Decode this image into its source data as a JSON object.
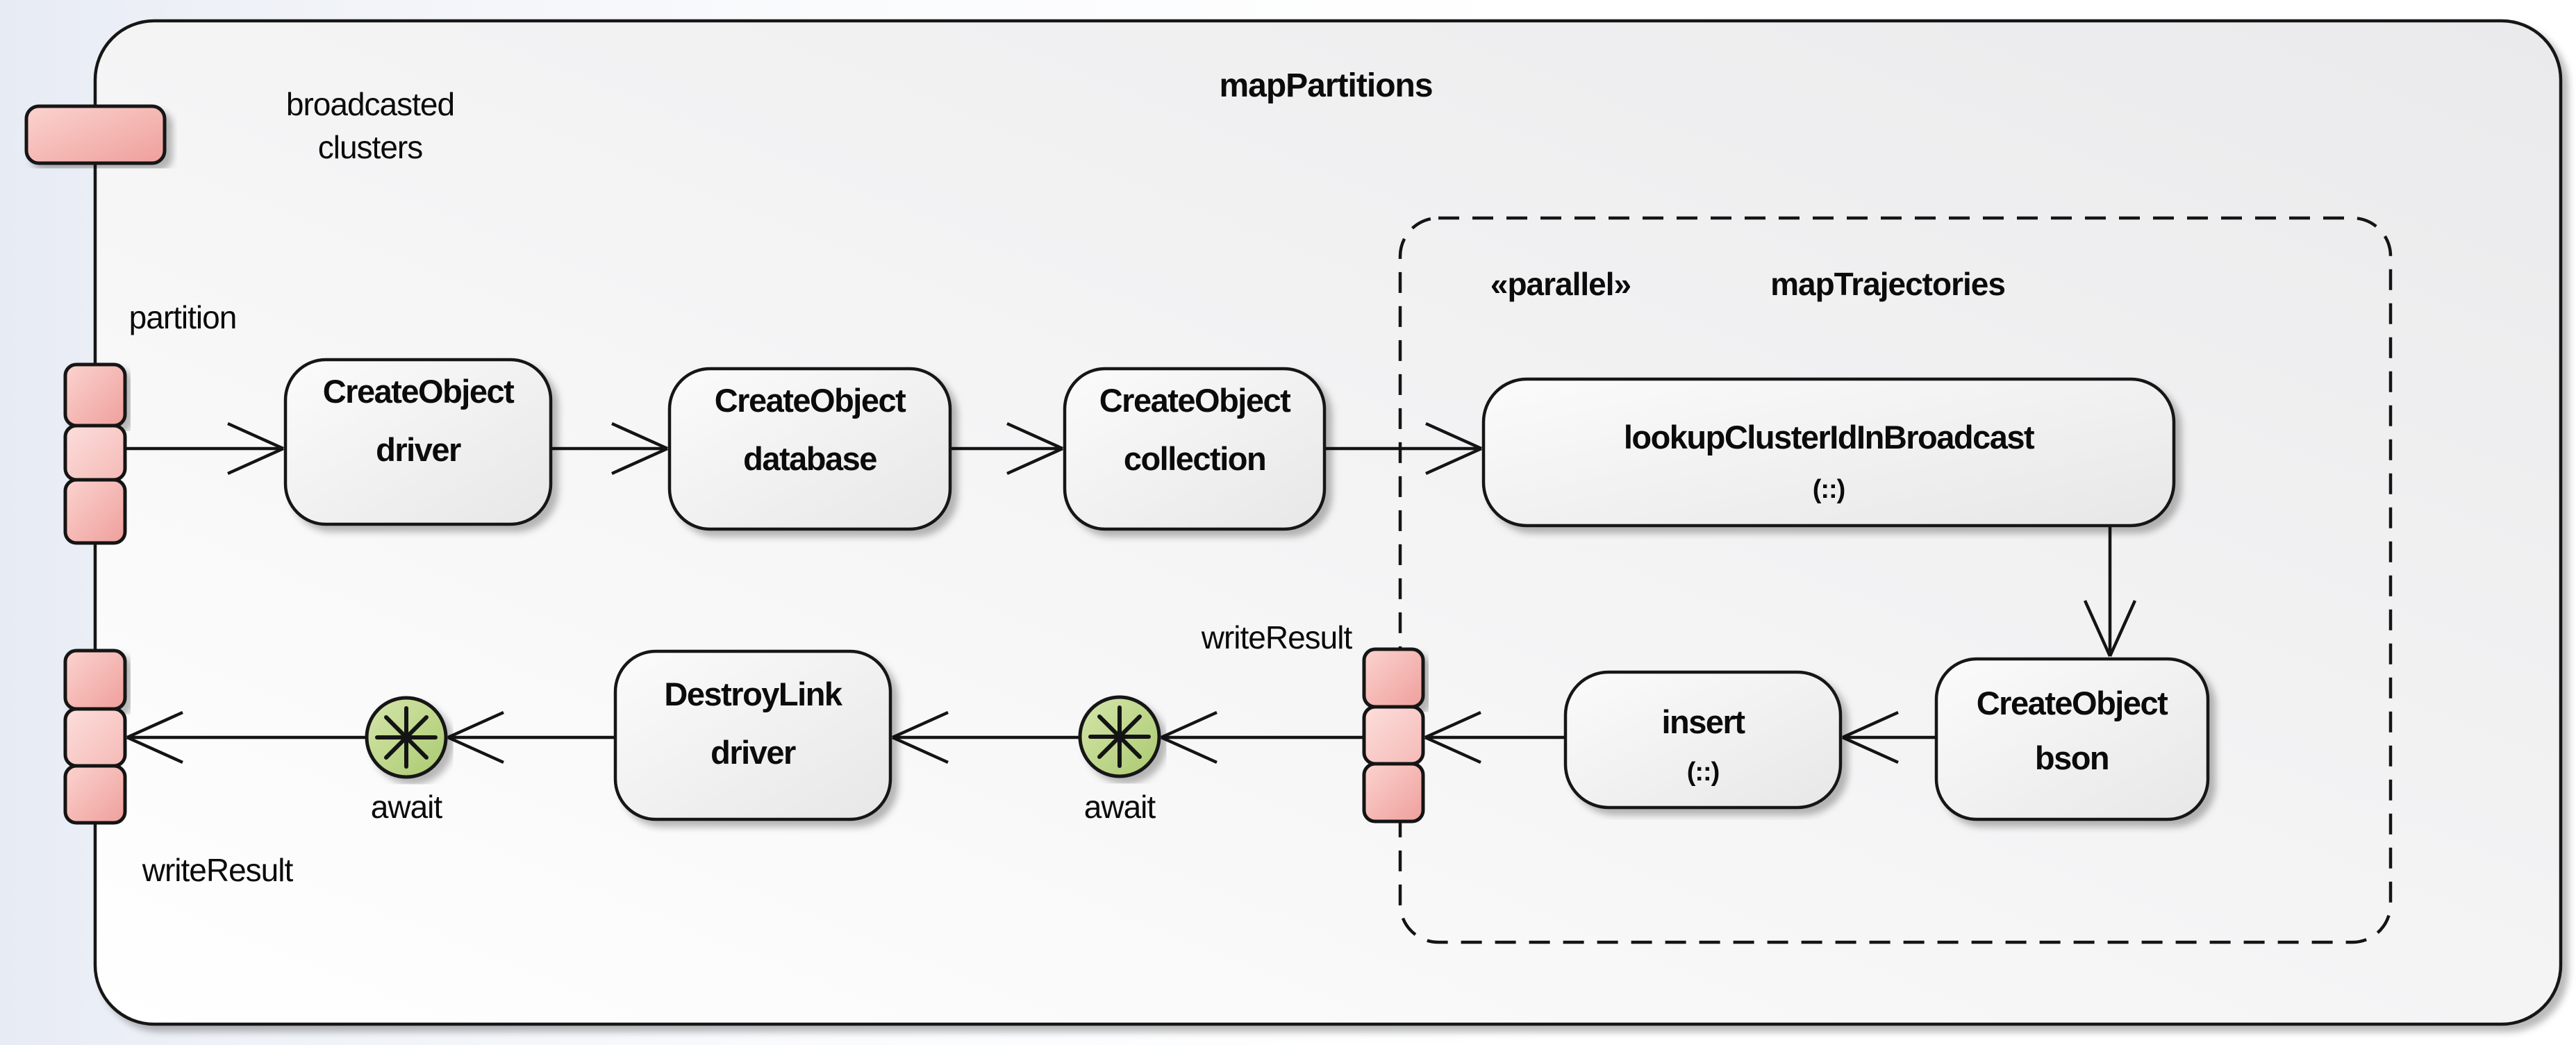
{
  "frame": {
    "title": "mapPartitions"
  },
  "parallel_group": {
    "stereotype": "«parallel»",
    "name": "mapTrajectories"
  },
  "pins": {
    "broadcasted_line1": "broadcasted",
    "broadcasted_line2": "clusters",
    "partition": "partition",
    "write_result_parallel": "writeResult",
    "write_result_main": "writeResult"
  },
  "actions": {
    "create_driver": {
      "line1": "CreateObject",
      "line2": "driver"
    },
    "create_database": {
      "line1": "CreateObject",
      "line2": "database"
    },
    "create_collection": {
      "line1": "CreateObject",
      "line2": "collection"
    },
    "lookup": {
      "line1": "lookupClusterIdInBroadcast",
      "line2": "(::)"
    },
    "create_bson": {
      "line1": "CreateObject",
      "line2": "bson"
    },
    "insert": {
      "line1": "insert",
      "line2": "(::)"
    },
    "destroy_driver": {
      "line1": "DestroyLink",
      "line2": "driver"
    }
  },
  "awaits": {
    "left": "await",
    "right": "await"
  },
  "colors": {
    "pink": "#f2a7a3",
    "pink_light": "#f8cac7",
    "pink_top": "#fbd3cf",
    "green": "#bcd687",
    "green_light": "#d6e6ab",
    "frame_fill_dark": "#ebebed",
    "box_fill": "#efefef",
    "outline": "#141414",
    "background_left": "#e7ebf4"
  }
}
